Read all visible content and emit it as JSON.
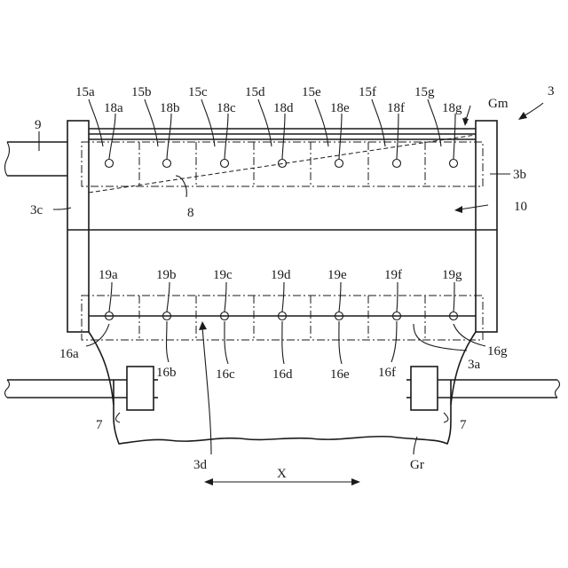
{
  "labels": {
    "fig": "3",
    "gm": "Gm",
    "l9": "9",
    "l3c": "3c",
    "l3b": "3b",
    "l8": "8",
    "l10": "10",
    "l3d": "3d",
    "lX": "X",
    "lGr": "Gr",
    "l7a": "7",
    "l7b": "7",
    "l3a": "3a",
    "l16a": "16a",
    "l16g": "16g",
    "row15": [
      "15a",
      "15b",
      "15c",
      "15d",
      "15e",
      "15f",
      "15g"
    ],
    "row18": [
      "18a",
      "18b",
      "18c",
      "18d",
      "18e",
      "18f",
      "18g"
    ],
    "row19": [
      "19a",
      "19b",
      "19c",
      "19d",
      "19e",
      "19f",
      "19g"
    ],
    "row16": [
      "16b",
      "16c",
      "16d",
      "16e",
      "16f"
    ]
  }
}
